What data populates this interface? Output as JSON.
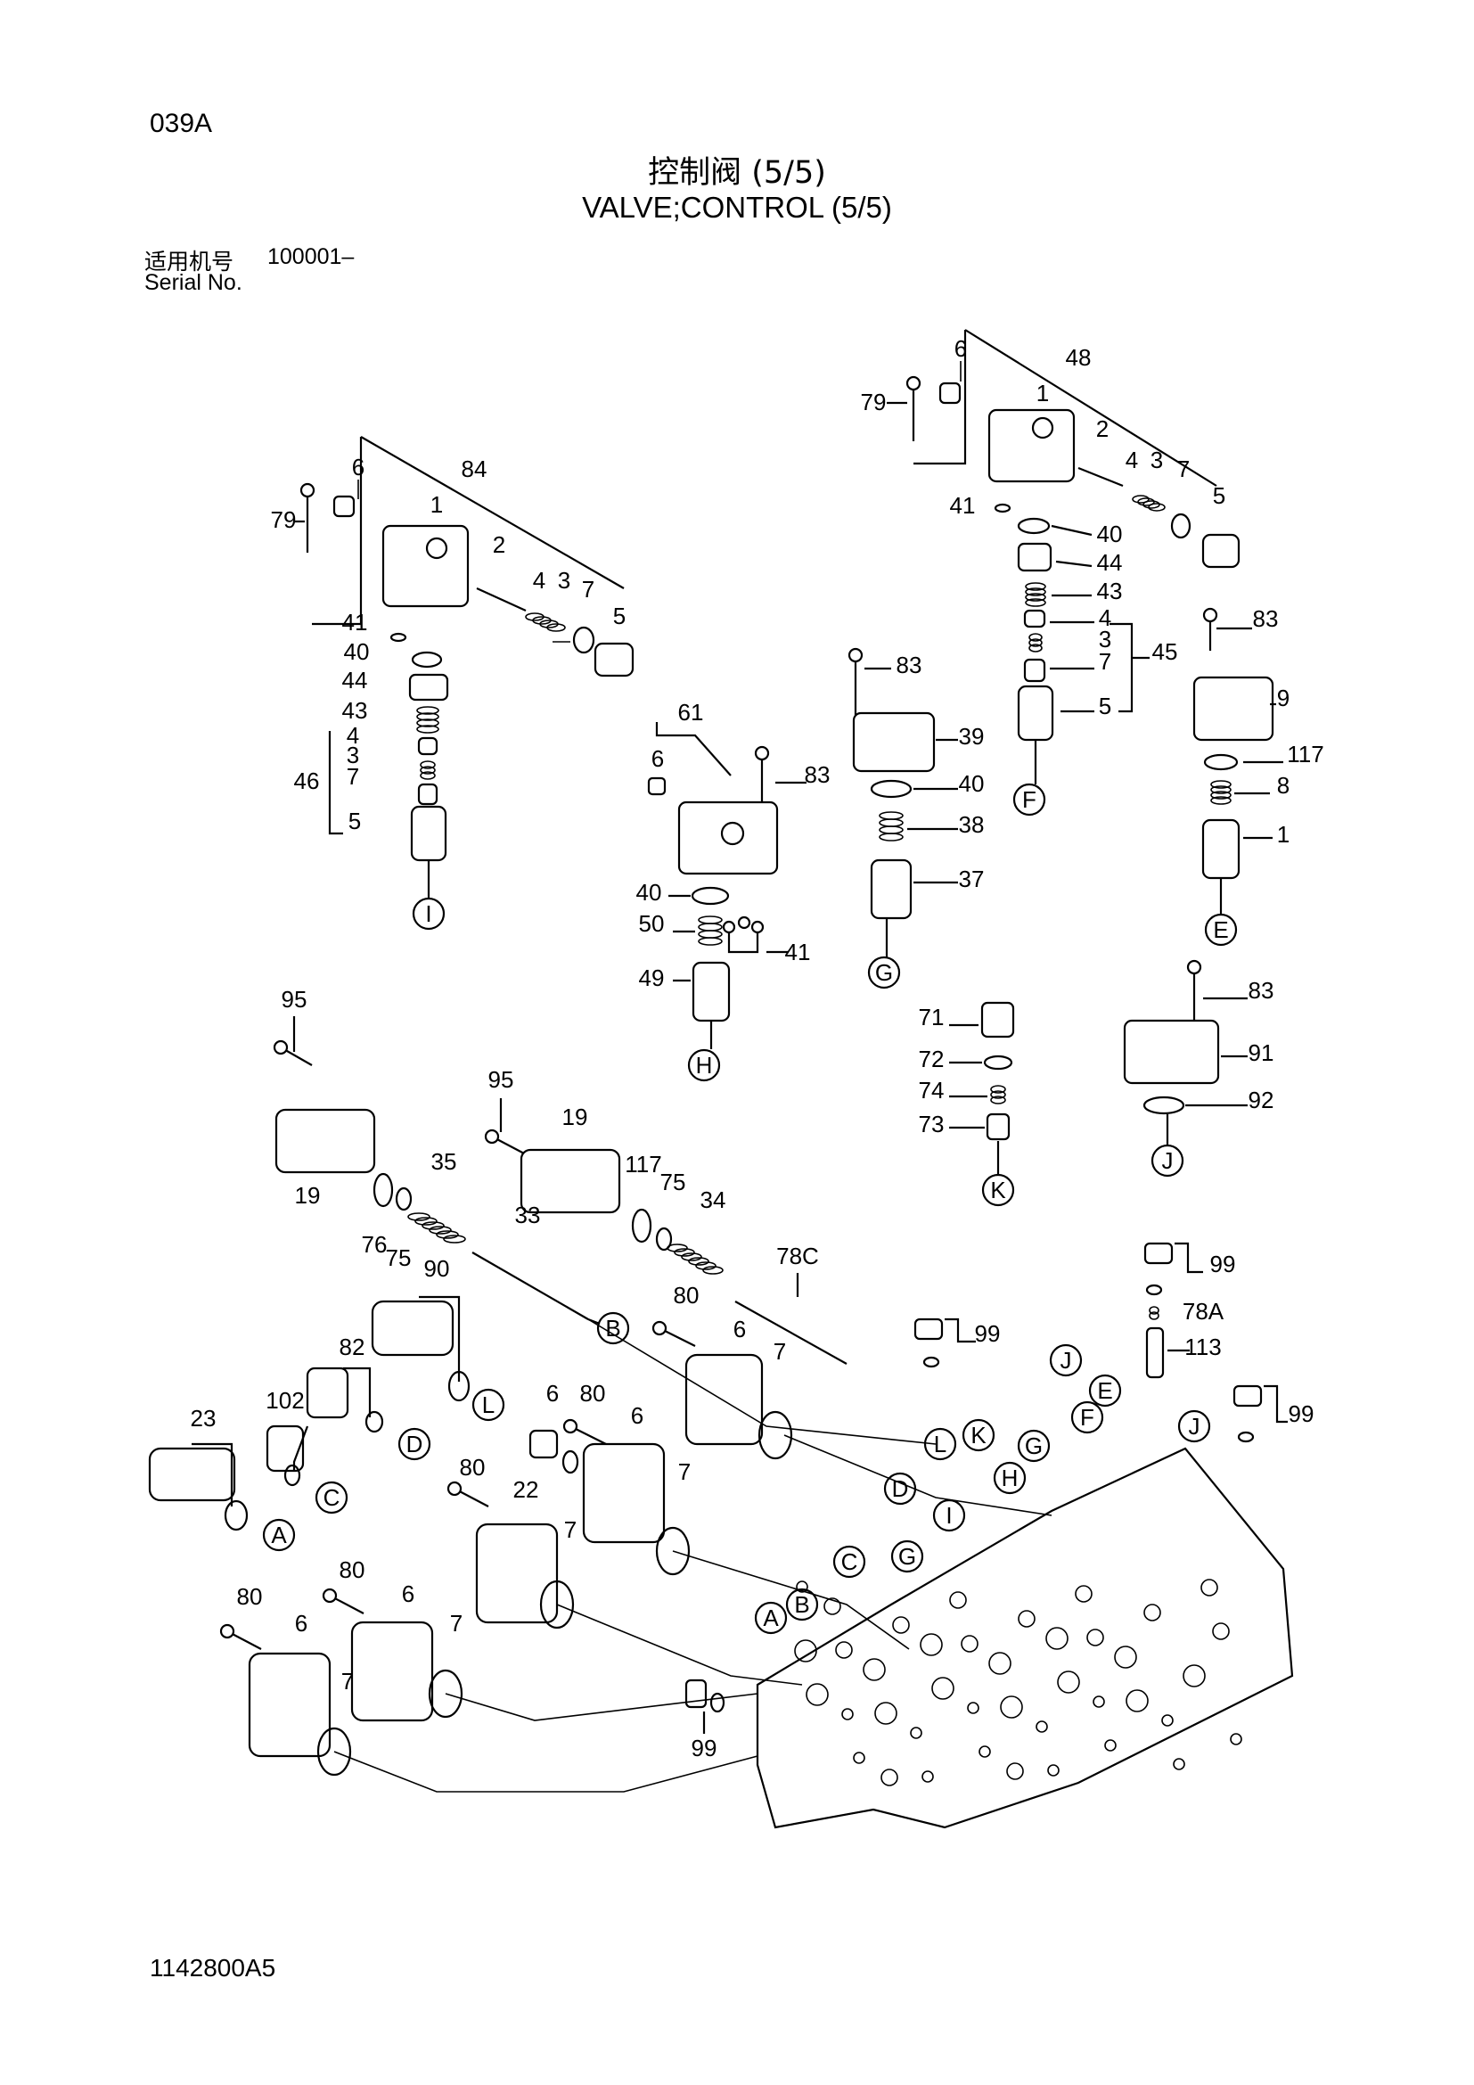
{
  "page_code": "039A",
  "title_cn": "控制阀 (5/5)",
  "title_en": "VALVE;CONTROL (5/5)",
  "serial_label_cn": "适用机号",
  "serial_range": "100001–",
  "serial_label_en": "Serial No.",
  "document_number": "1142800A5",
  "callouts": [
    "84",
    "79",
    "6",
    "1",
    "2",
    "4",
    "3",
    "7",
    "5",
    "41",
    "40",
    "44",
    "43",
    "46",
    "61",
    "83",
    "50",
    "49",
    "48",
    "45",
    "39",
    "38",
    "37",
    "9",
    "117",
    "8",
    "91",
    "92",
    "71",
    "72",
    "74",
    "73",
    "95",
    "19",
    "76",
    "75",
    "35",
    "34",
    "33",
    "78C",
    "90",
    "82",
    "80",
    "22",
    "23",
    "102",
    "99",
    "78A",
    "113"
  ],
  "connection_letters": [
    "A",
    "B",
    "C",
    "D",
    "E",
    "F",
    "G",
    "H",
    "I",
    "J",
    "K",
    "L"
  ]
}
